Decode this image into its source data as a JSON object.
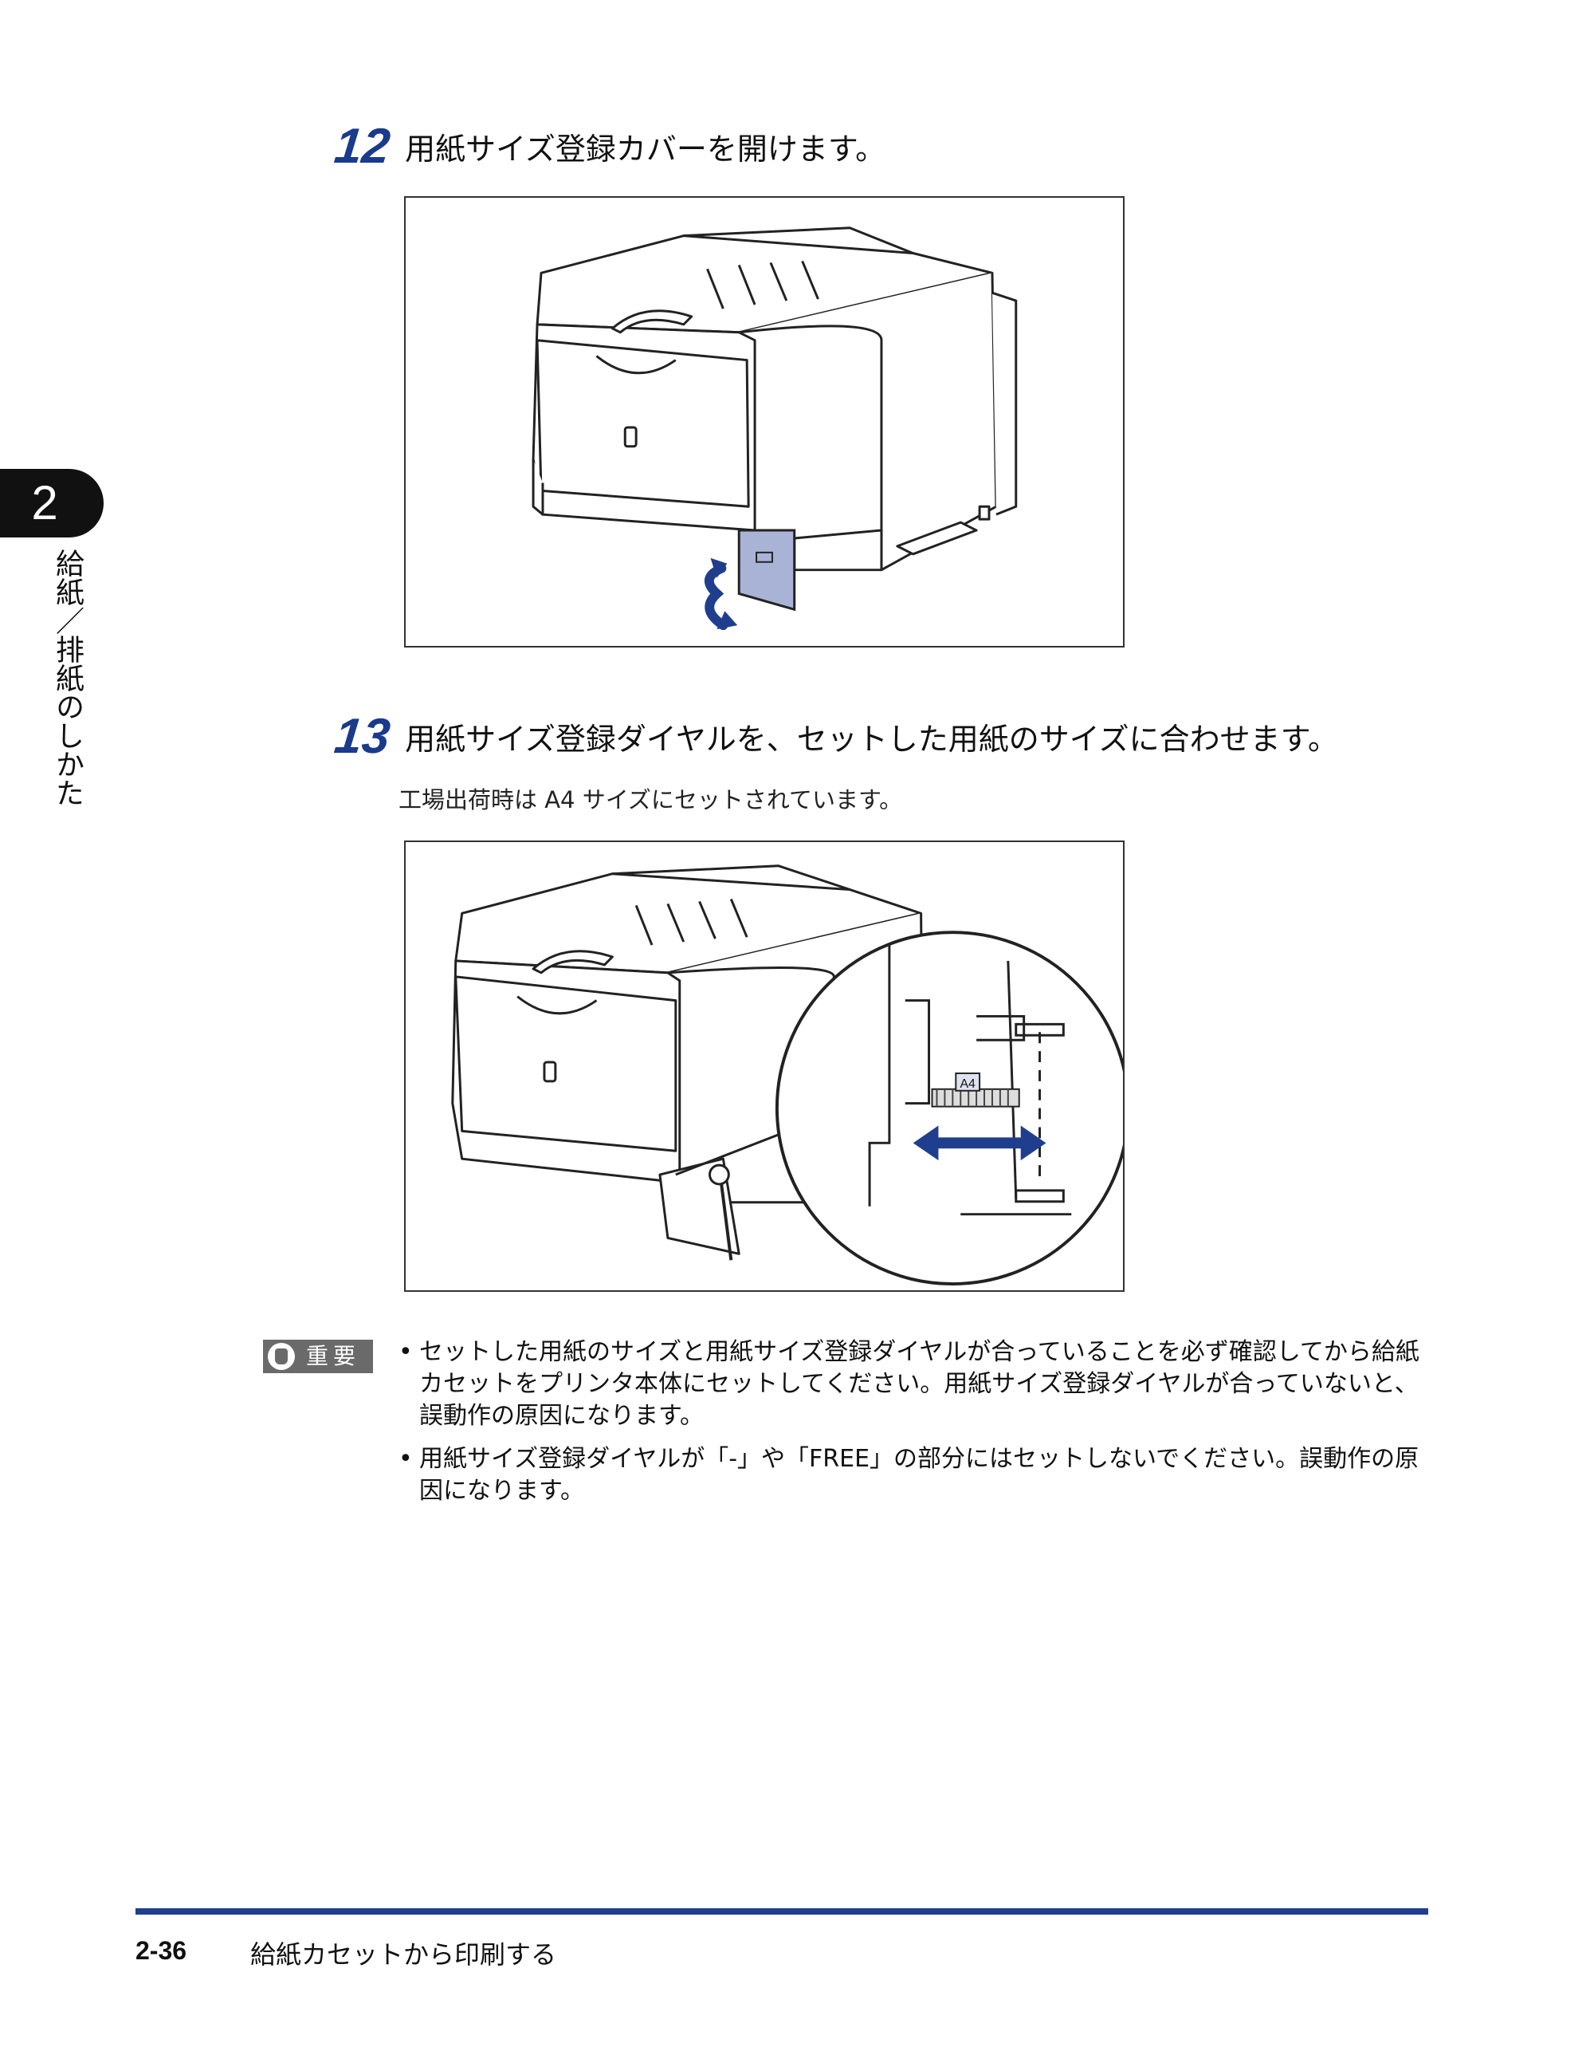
{
  "chapter": {
    "number": "2",
    "title": "給紙／排紙のしかた"
  },
  "steps": [
    {
      "number": "12",
      "text": "用紙サイズ登録カバーを開けます。"
    },
    {
      "number": "13",
      "text": "用紙サイズ登録ダイヤルを、セットした用紙のサイズに合わせます。",
      "sub": "工場出荷時は A4 サイズにセットされています。"
    }
  ],
  "figure2": {
    "dial_label": "A4"
  },
  "important": {
    "label": "重要",
    "notes": [
      "セットした用紙のサイズと用紙サイズ登録ダイヤルが合っていることを必ず確認してから給紙カセットをプリンタ本体にセットしてください。用紙サイズ登録ダイヤルが合っていないと、誤動作の原因になります。",
      "用紙サイズ登録ダイヤルが「-」や「FREE」の部分にはセットしないでください。誤動作の原因になります。"
    ]
  },
  "footer": {
    "page": "2-36",
    "title": "給紙カセットから印刷する"
  },
  "colors": {
    "accent_blue": "#1f3f8e",
    "cover_highlight": "#a9b3d6"
  }
}
